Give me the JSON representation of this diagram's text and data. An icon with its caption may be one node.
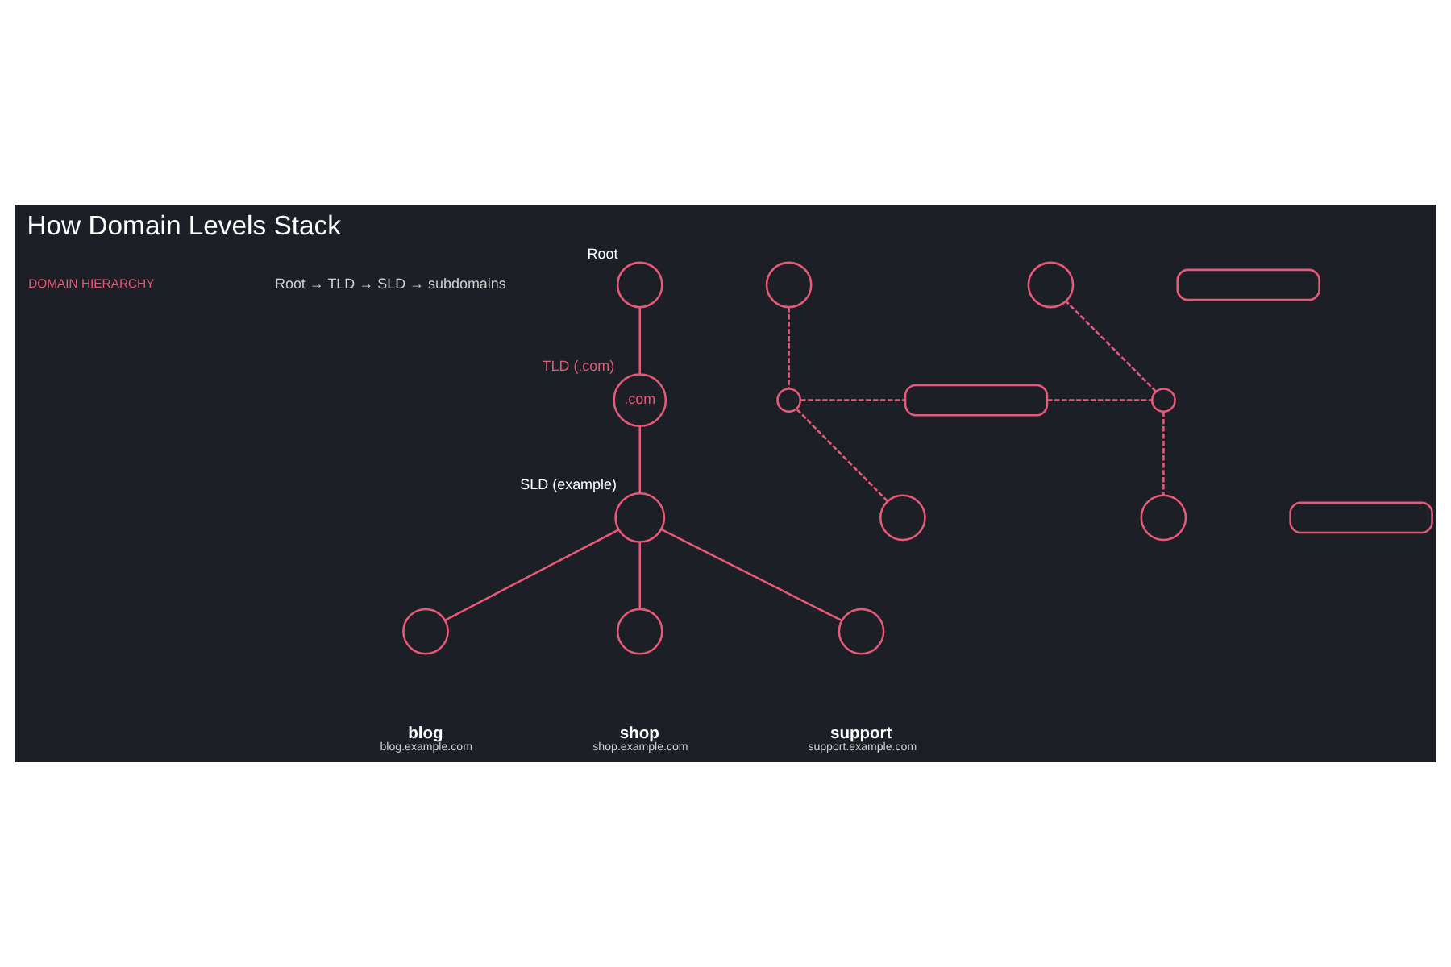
{
  "diagram": {
    "title": "How Domain Levels Stack",
    "nodes": [
      {
        "text": [],
        "shape": "circle",
        "beside": [
          "Root"
        ]
      },
      {
        "text": [
          ".com"
        ],
        "beside": [
          "TLD (.com)"
        ]
      },
      {
        "text": [],
        "shape": "circle",
        "beside": [
          "SLD (example)"
        ]
      },
      {
        "text": [],
        "shape": "circle",
        "beside": [
          "blog",
          "blog.example.com"
        ]
      },
      {
        "text": [],
        "shape": "circle",
        "beside": [
          "shop",
          "shop.example.com"
        ]
      },
      {
        "text": [],
        "shape": "circle",
        "beside": [
          "support",
          "support.example.com"
        ]
      },
      {
        "text": [],
        "shape": "circle"
      },
      {
        "text": [],
        "shape": "circle"
      },
      {
        "text": [],
        "shape": "circle"
      },
      {
        "text": [],
        "shape": "box"
      },
      {
        "text": [],
        "shape": "box"
      },
      {
        "text": [],
        "shape": "box"
      },
      {
        "text": [],
        "shape": "circle"
      },
      {
        "text": [],
        "shape": "circle"
      },
      {
        "text": [],
        "shape": "circle"
      }
    ],
    "edges": [
      {
        "from": 0,
        "to": 1,
        "arrow": "none"
      },
      {
        "from": 1,
        "to": 2,
        "arrow": "none"
      },
      {
        "from": 2,
        "to": 3,
        "arrow": "none"
      },
      {
        "from": 2,
        "to": 4,
        "arrow": "none"
      },
      {
        "from": 2,
        "to": 5,
        "arrow": "none"
      },
      {
        "from": 6,
        "to": 8,
        "arrow": "none",
        "style": "dashed"
      },
      {
        "from": 7,
        "to": 8,
        "arrow": "none",
        "style": "dashed"
      },
      {
        "from": 8,
        "to": 10,
        "arrow": "none",
        "style": "dashed"
      },
      {
        "from": 10,
        "to": 12,
        "arrow": "none",
        "style": "dashed"
      },
      {
        "from": 12,
        "to": 13,
        "arrow": "none",
        "style": "dashed"
      },
      {
        "from": 12,
        "to": 14,
        "arrow": "none",
        "style": "dashed"
      }
    ],
    "labels": [
      "DOMAIN HIERARCHY",
      "Root → TLD → SLD → subdomains"
    ]
  }
}
